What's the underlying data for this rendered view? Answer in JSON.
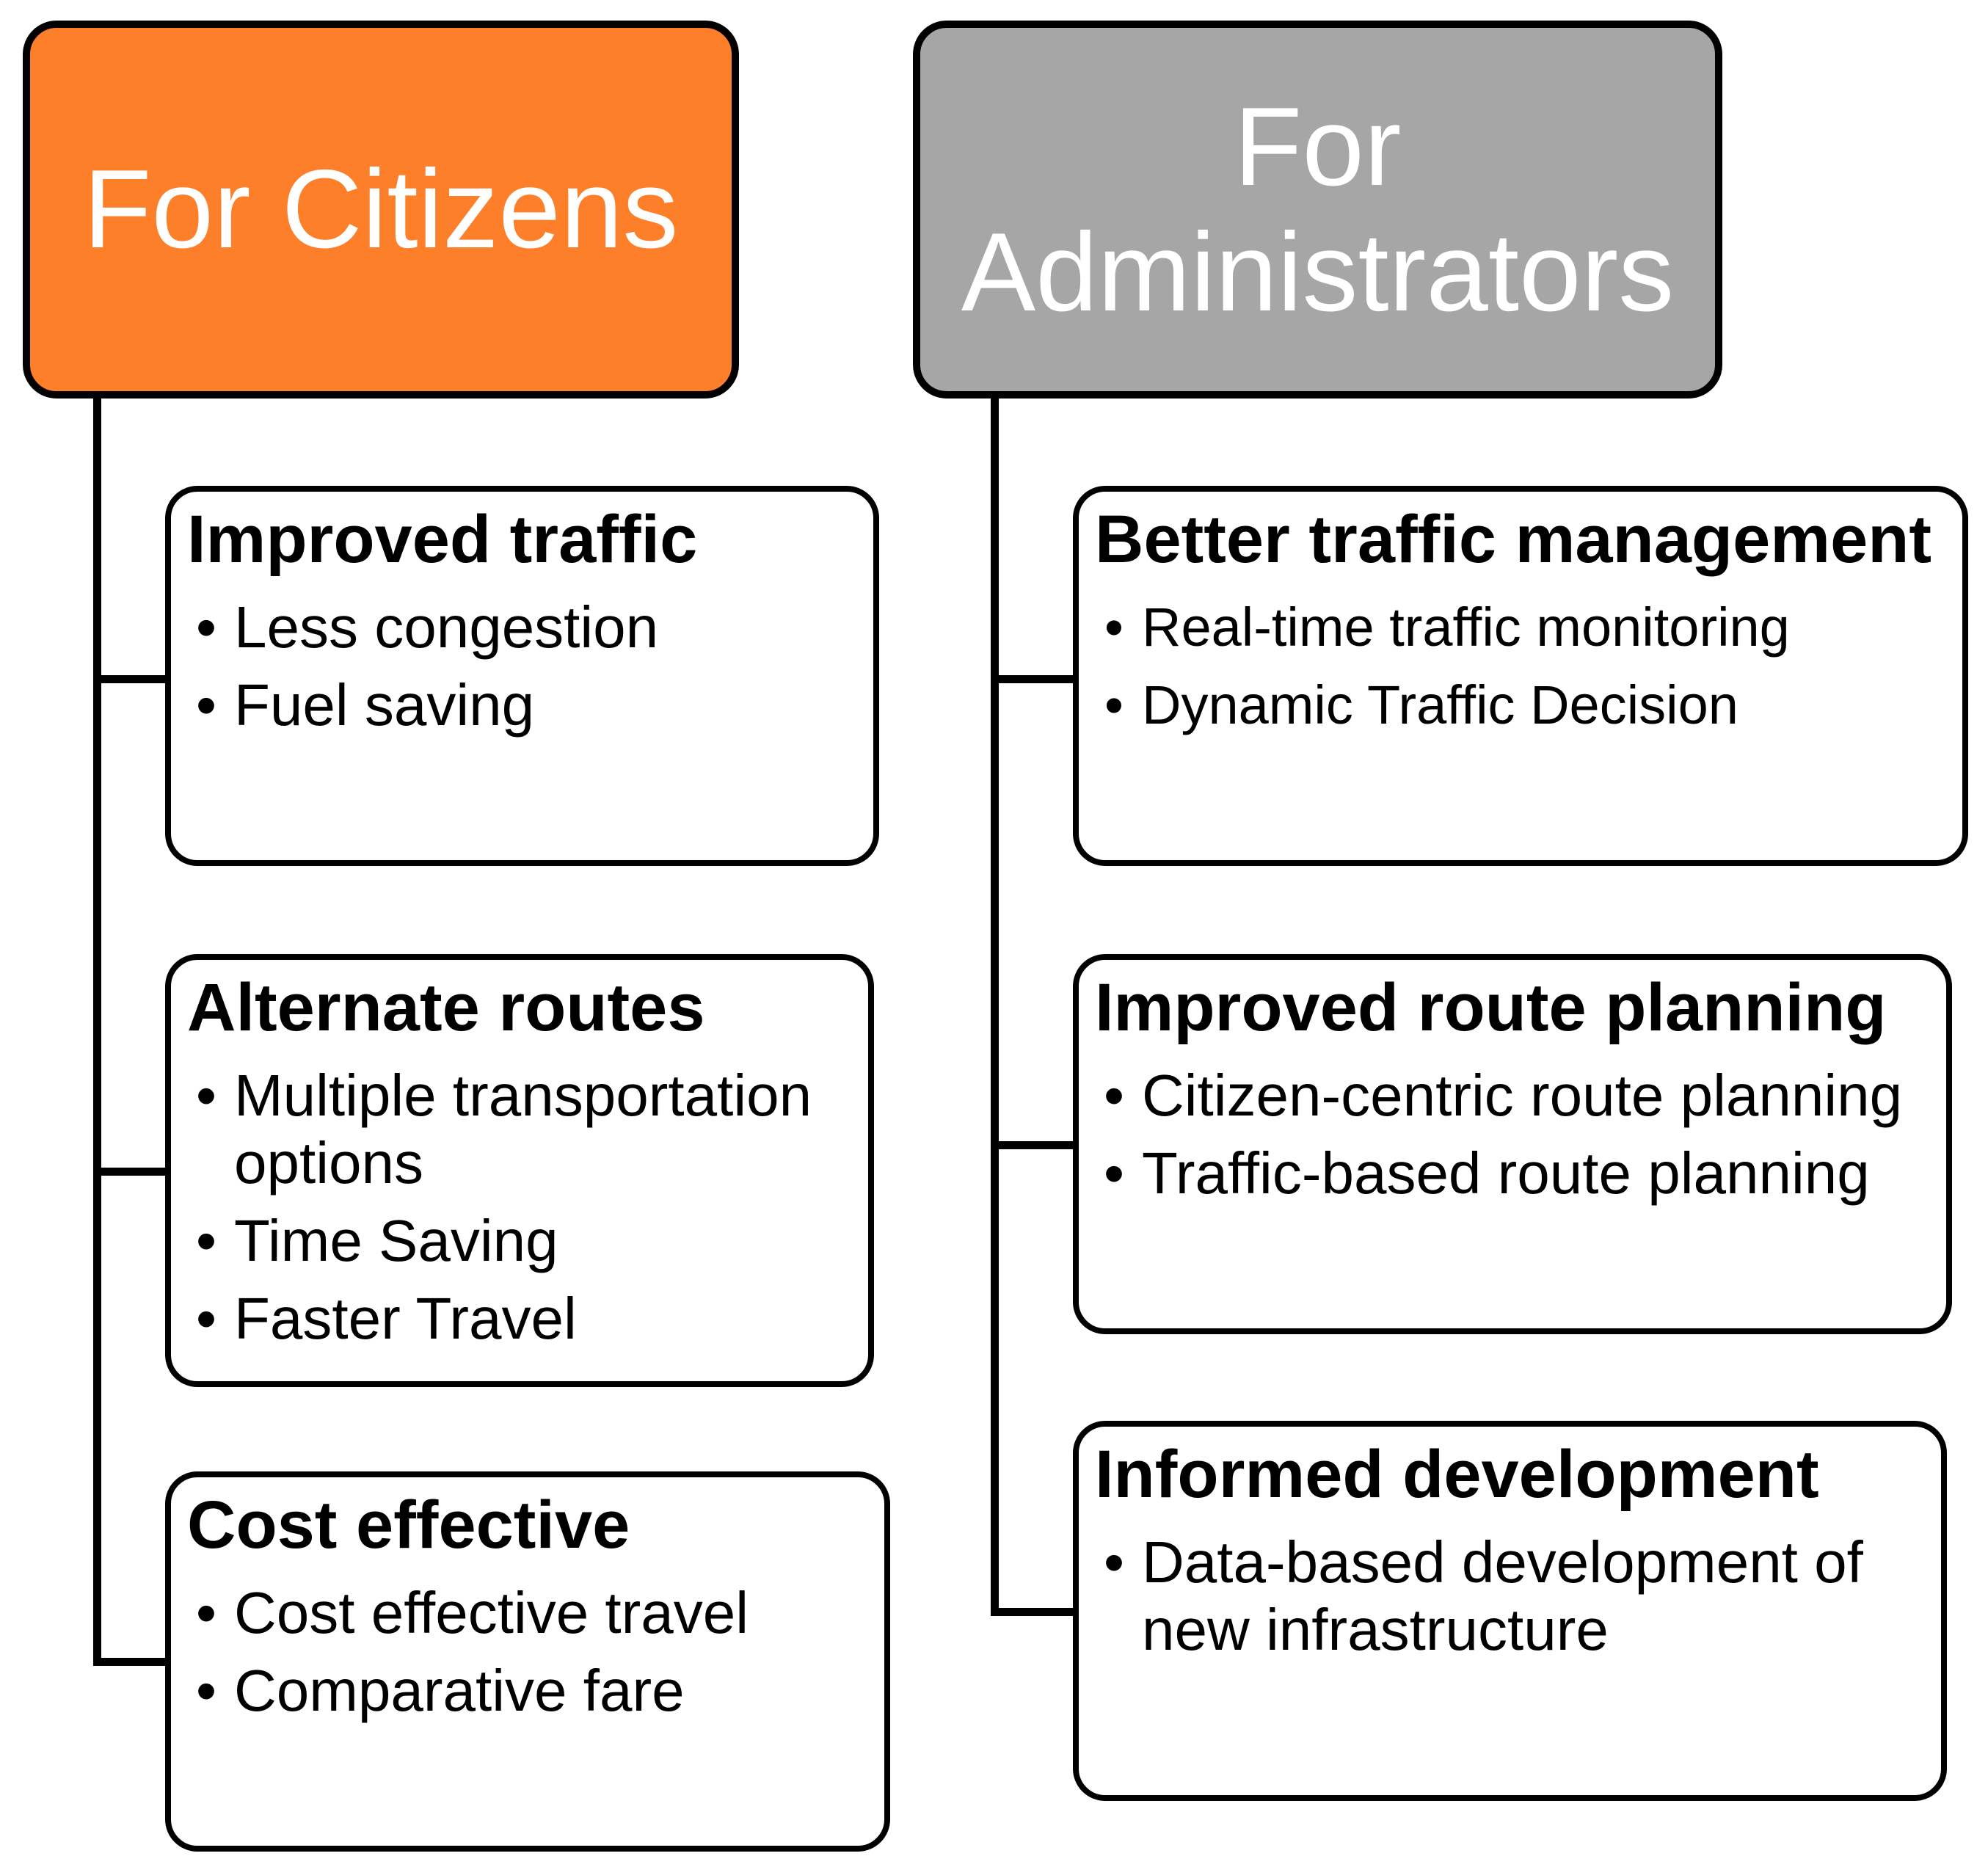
{
  "colors": {
    "citizens_header": "#fd7f2a",
    "administrators_header": "#a6a6a6"
  },
  "bullet_glyph": "•",
  "columns": [
    {
      "header_lines": [
        "For Citizens"
      ],
      "cards": [
        {
          "title": "Improved traffic",
          "items": [
            "Less congestion",
            "Fuel saving"
          ]
        },
        {
          "title": "Alternate routes",
          "items": [
            "Multiple transportation options",
            "Time Saving",
            "Faster Travel"
          ]
        },
        {
          "title": "Cost effective",
          "items": [
            "Cost effective travel",
            "Comparative fare"
          ]
        }
      ]
    },
    {
      "header_lines": [
        "For",
        "Administrators"
      ],
      "cards": [
        {
          "title": "Better traffic management",
          "items": [
            "Real-time traffic monitoring",
            "Dynamic Traffic Decision"
          ]
        },
        {
          "title": "Improved route planning",
          "items": [
            "Citizen-centric route planning",
            "Traffic-based route planning"
          ]
        },
        {
          "title": "Informed development",
          "items": [
            "Data-based development of new infrastructure"
          ]
        }
      ]
    }
  ]
}
